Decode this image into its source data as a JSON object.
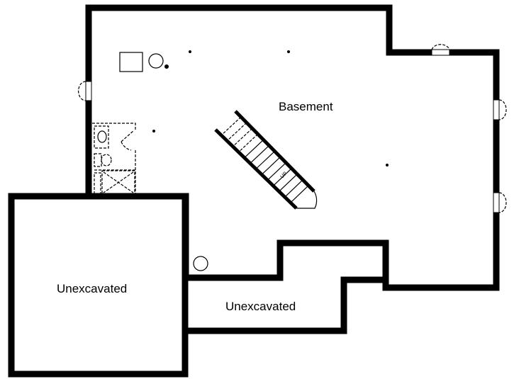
{
  "plan": {
    "rooms": [
      {
        "label": "Basement"
      },
      {
        "label": "Unexcavated"
      },
      {
        "label": "Unexcavated"
      }
    ],
    "stair_label": "UP",
    "wall_color": "#000000",
    "background_color": "#ffffff"
  }
}
